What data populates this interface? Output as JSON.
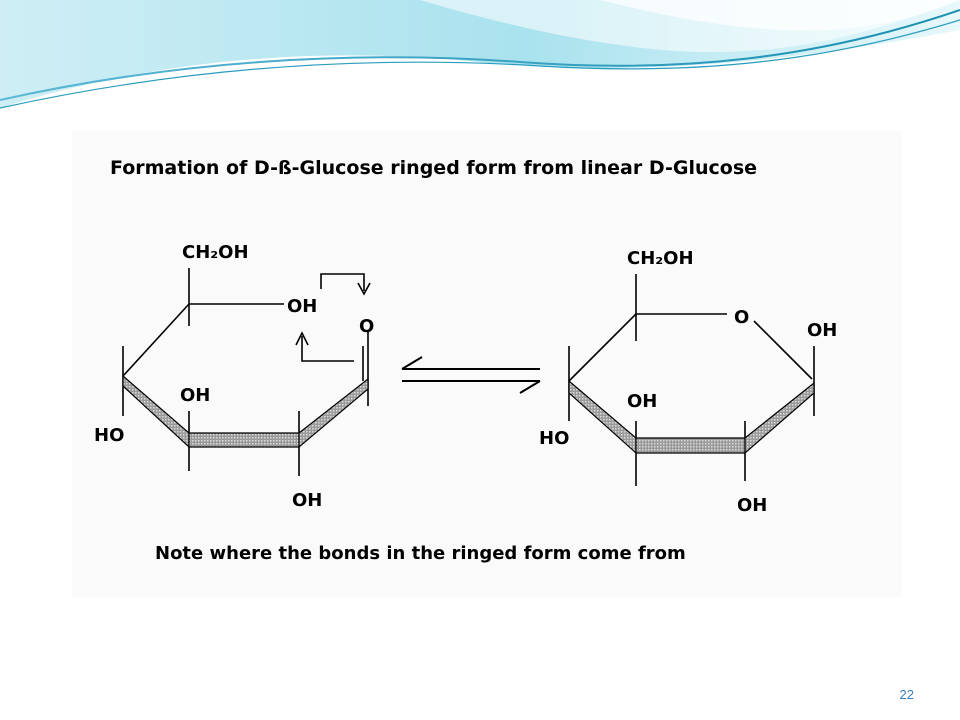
{
  "slide": {
    "number": "22"
  },
  "diagram": {
    "title": "Formation of D-ß-Glucose ringed form from linear D-Glucose",
    "note": "Note where the bonds in the ringed form come from",
    "linear": {
      "ch2oh": "CH₂OH",
      "oh_c5": "OH",
      "o_carbonyl": "O",
      "oh_c3": "OH",
      "ho_c4": "HO",
      "oh_c2": "OH"
    },
    "ring": {
      "ch2oh": "CH₂OH",
      "o_ring": "O",
      "oh_anomeric": "OH",
      "oh_c3": "OH",
      "ho_c4": "HO",
      "oh_c2": "OH"
    }
  },
  "colors": {
    "banner_light": "#cfeef5",
    "banner_mid": "#7fd0e0",
    "banner_dark": "#1a8fb0",
    "ring_hatch": "#8a8a8a"
  }
}
